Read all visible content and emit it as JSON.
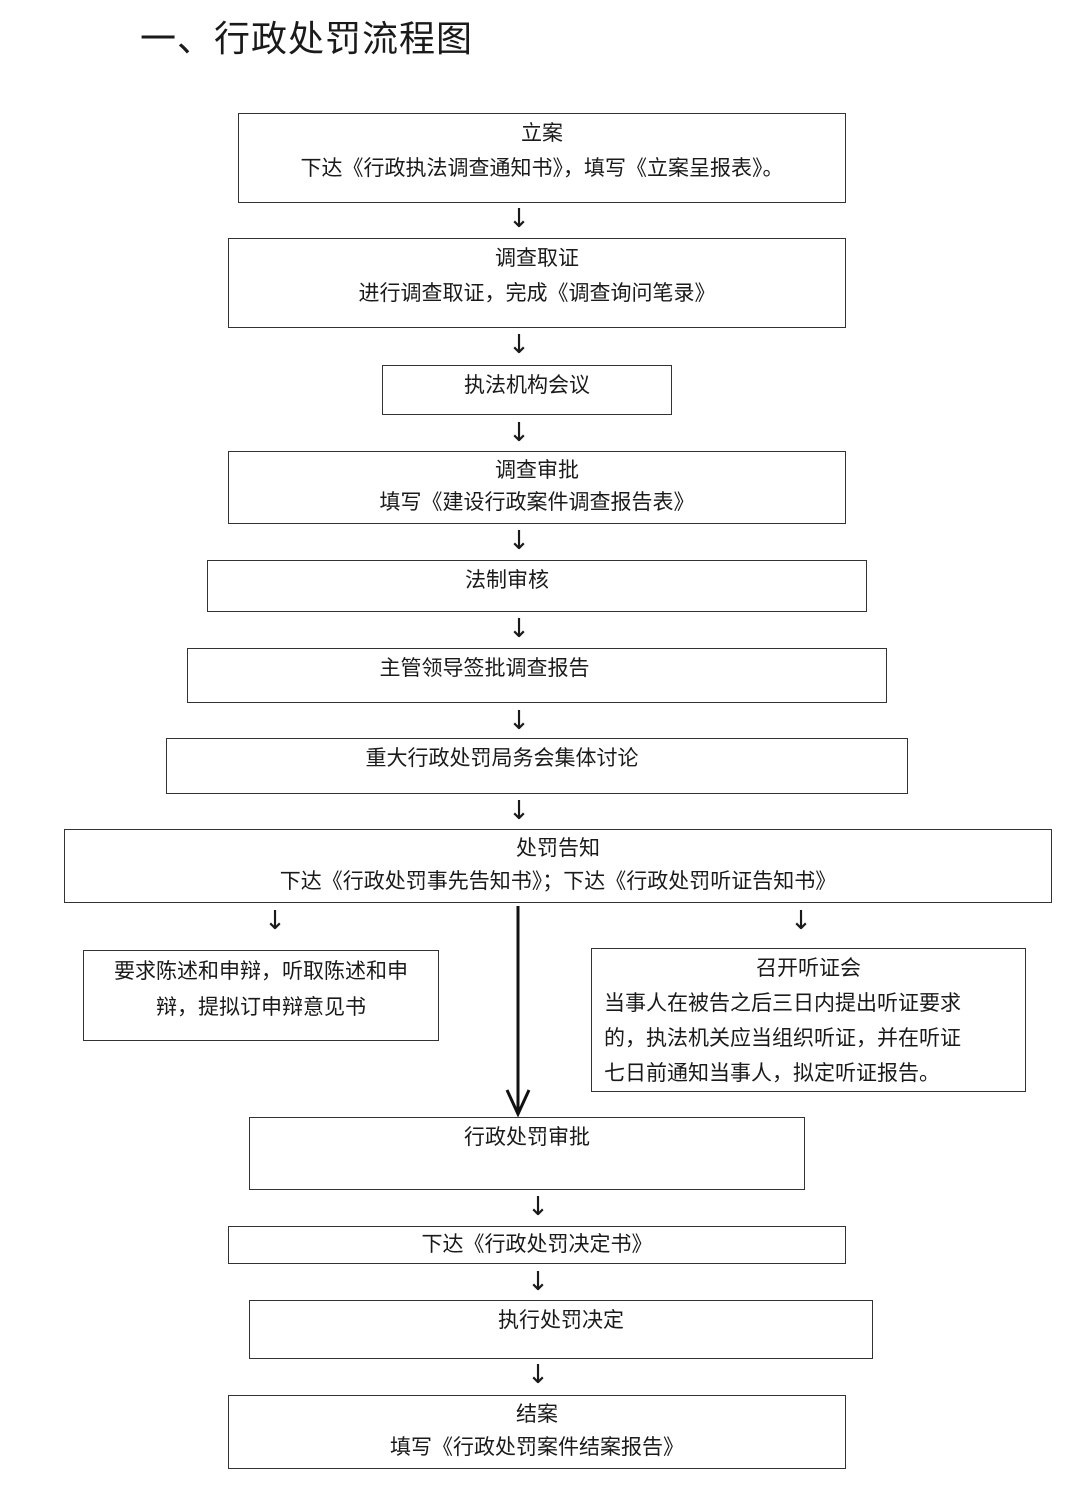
{
  "title": "一、行政处罚流程图",
  "steps": {
    "filing": {
      "title": "立案",
      "desc": "下达《行政执法调查通知书》，填写《立案呈报表》。"
    },
    "investigation": {
      "title": "调查取证",
      "desc": "进行调查取证，完成《调查询问笔录》"
    },
    "meeting": {
      "title": "执法机构会议"
    },
    "approval": {
      "title": "调查审批",
      "desc": "填写《建设行政案件调查报告表》"
    },
    "legal_review": {
      "title": "法制审核"
    },
    "leader_sign": {
      "title": "主管领导签批调查报告"
    },
    "discussion": {
      "title": "重大行政处罚局务会集体讨论"
    },
    "notice": {
      "title": "处罚告知",
      "desc": "下达《行政处罚事先告知书》；下达《行政处罚听证告知书》"
    },
    "statement": {
      "line1": "要求陈述和申辩，听取陈述和申",
      "line2": "辩，提拟订申辩意见书"
    },
    "hearing": {
      "title": "召开听证会",
      "line1": "当事人在被告之后三日内提出听证要求",
      "line2": "的，执法机关应当组织听证，并在听证",
      "line3": "七日前通知当事人，拟定听证报告。"
    },
    "penalty_approval": {
      "title": "行政处罚审批"
    },
    "decision": {
      "title": "下达《行政处罚决定书》"
    },
    "execute": {
      "title": "执行处罚决定"
    },
    "close": {
      "title": "结案",
      "desc": "填写《行政处罚案件结案报告》"
    }
  },
  "arrow_glyph": "↓"
}
